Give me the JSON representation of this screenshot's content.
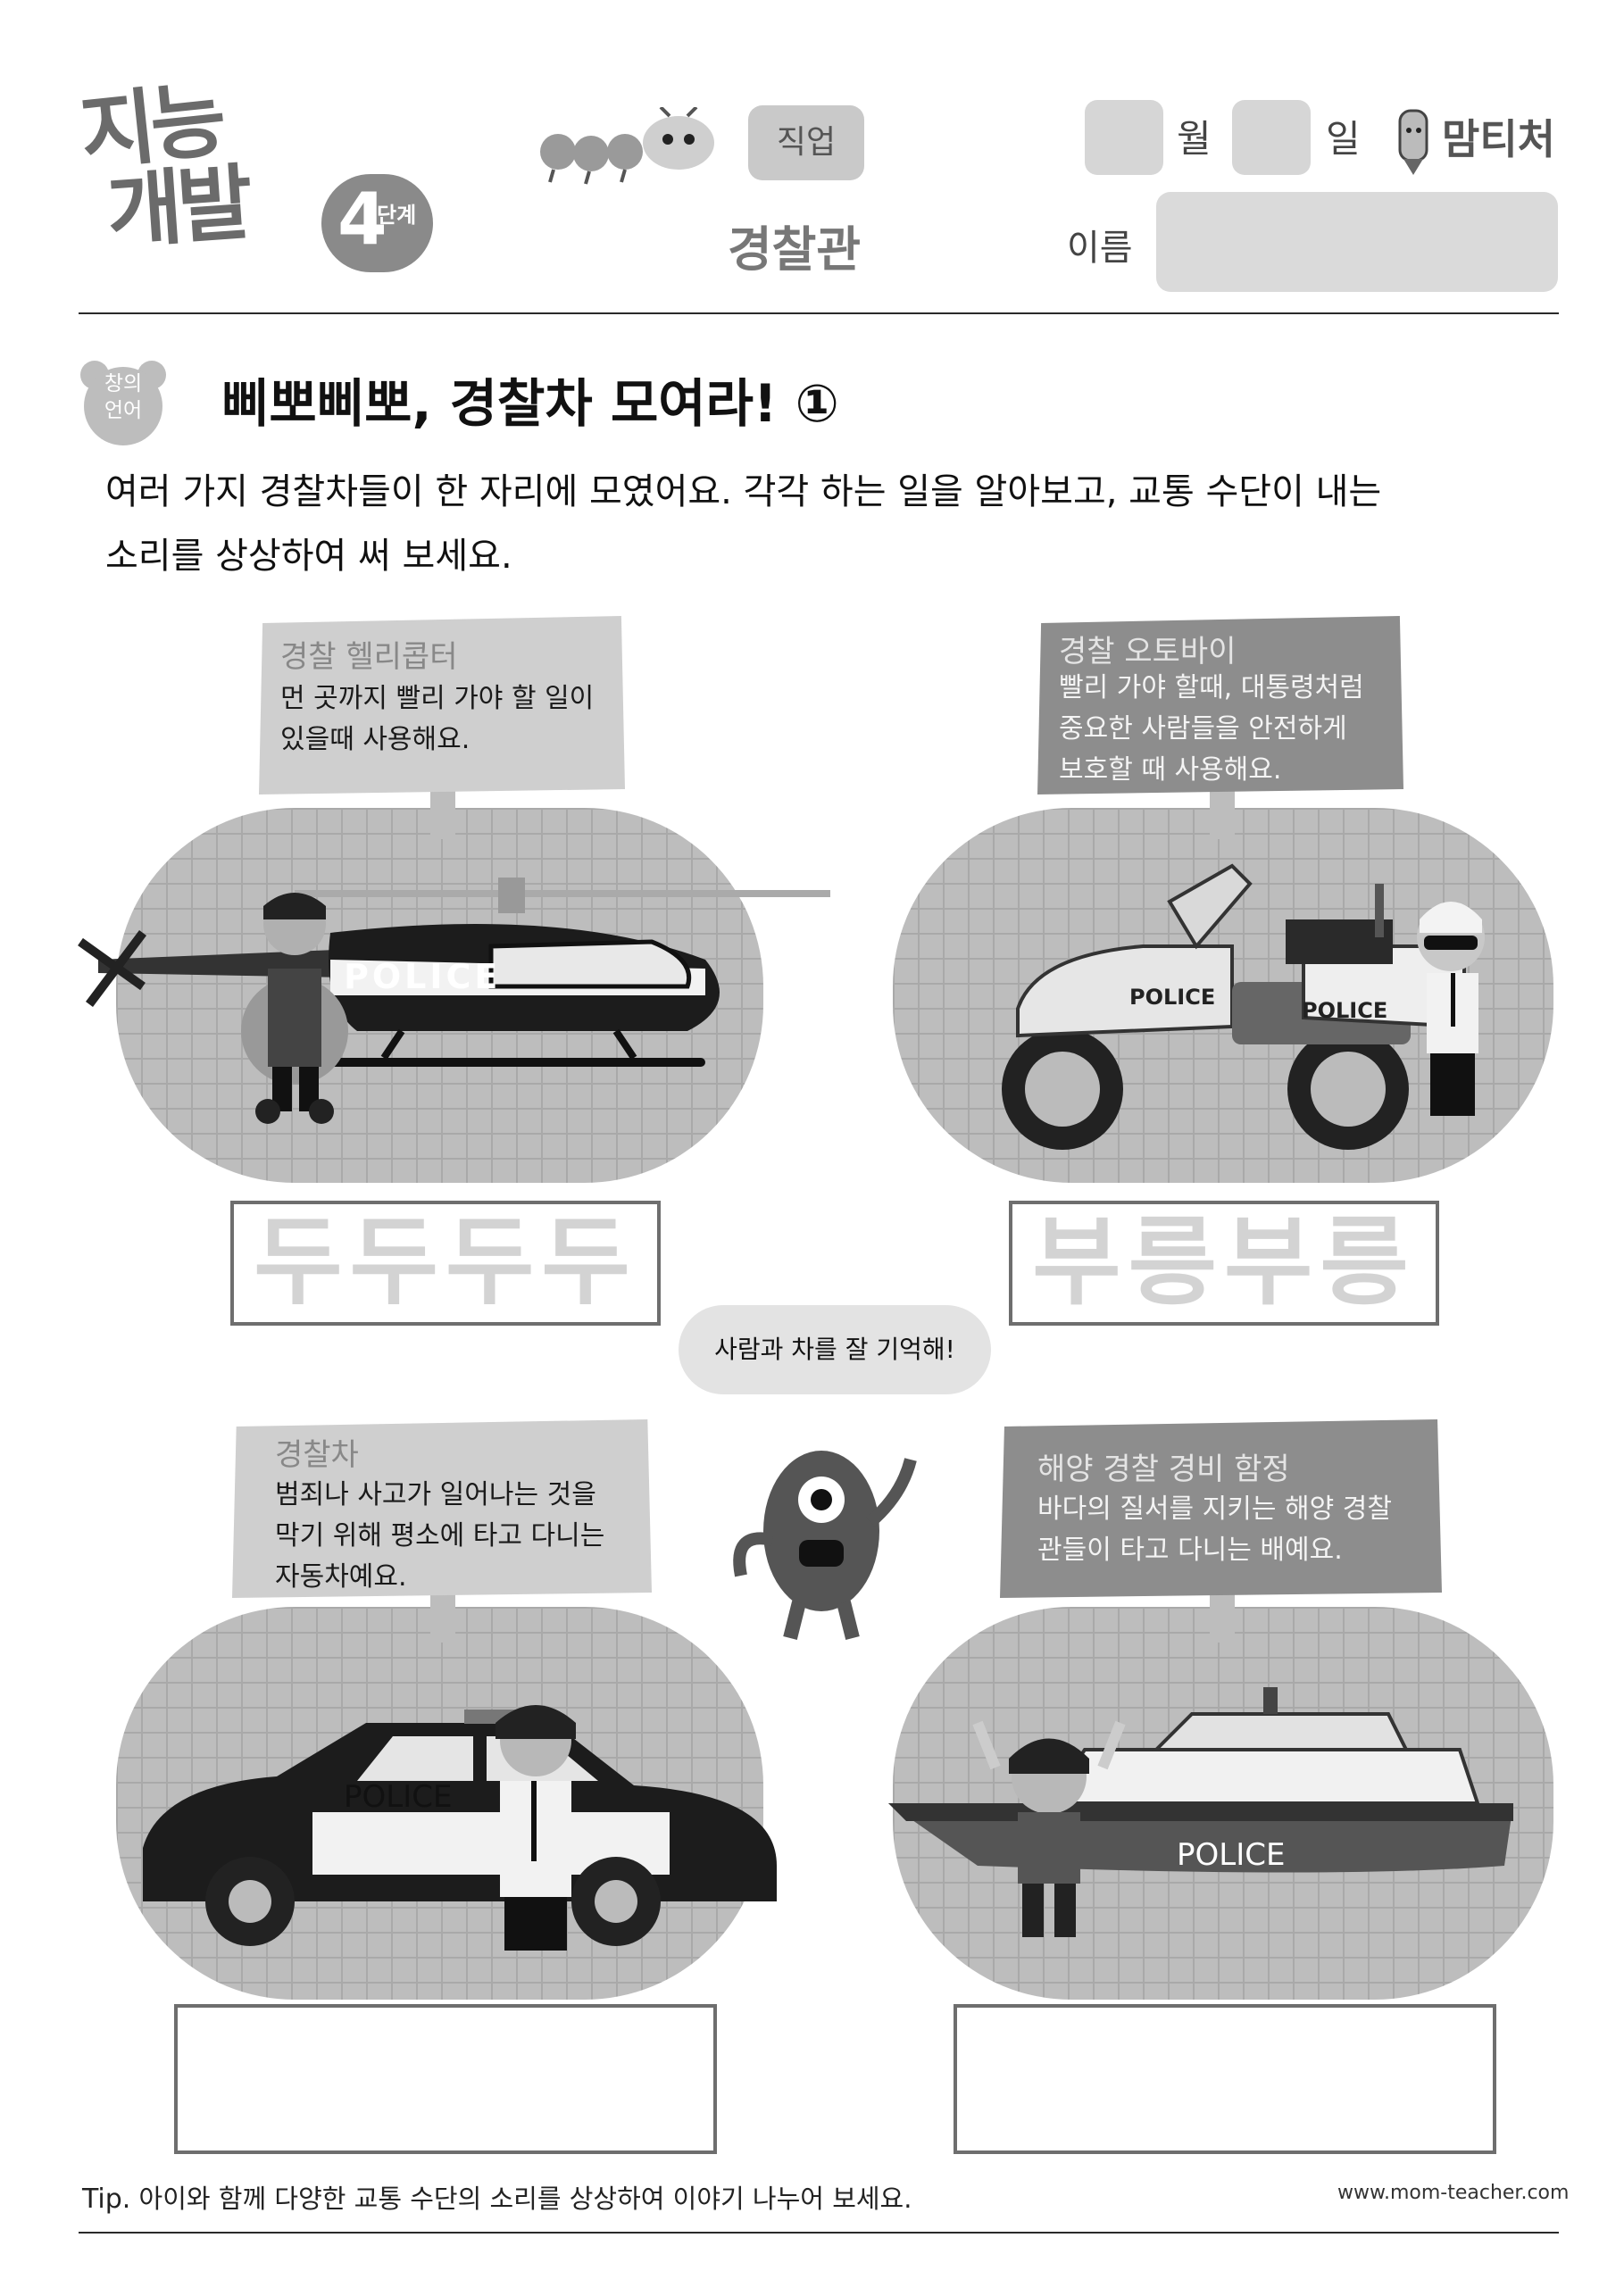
{
  "header": {
    "logo_line1": "지능",
    "logo_line2": "개발",
    "logo_level": "4",
    "logo_step": "단계",
    "category_tag": "직업",
    "job_title": "경찰관",
    "month_label": "월",
    "day_label": "일",
    "brand": "맘티처",
    "name_label": "이름"
  },
  "section": {
    "badge_line1": "창의",
    "badge_line2": "언어",
    "title": "삐뽀삐뽀, 경찰차 모여라! ①",
    "instructions_line1": "여러 가지 경찰차들이 한 자리에 모였어요. 각각 하는 일을 알아보고, 교통 수단이 내는",
    "instructions_line2": "소리를 상상하여 써 보세요."
  },
  "cards": [
    {
      "title": "경찰 헬리콥터",
      "desc_line1": "먼 곳까지 빨리 가야 할 일이",
      "desc_line2": "있을때 사용해요.",
      "vehicle_label": "POLICE",
      "answer": "두두두두"
    },
    {
      "title": "경찰 오토바이",
      "desc_line1": "빨리 가야 할때, 대통령처럼",
      "desc_line2": "중요한 사람들을 안전하게",
      "desc_line3": "보호할 때 사용해요.",
      "vehicle_label": "POLICE",
      "vehicle_label2": "POLICE",
      "answer": "부릉부릉"
    },
    {
      "title": "경찰차",
      "desc_line1": "범죄나 사고가 일어나는 것을",
      "desc_line2": "막기 위해 평소에 타고 다니는",
      "desc_line3": "자동차예요.",
      "vehicle_label": "POLICE",
      "answer": ""
    },
    {
      "title": "해양 경찰 경비 함정",
      "desc_line1": "바다의 질서를 지키는 해양 경찰",
      "desc_line2": "관들이 타고 다니는 배예요.",
      "vehicle_label": "POLICE",
      "answer": ""
    }
  ],
  "mascot_bubble": "사람과 차를 잘 기억해!",
  "footer": {
    "tip_label": "Tip.",
    "tip_text": "아이와 함께 다양한 교통 수단의 소리를 상상하여 이야기 나누어 보세요.",
    "website": "www.mom-teacher.com"
  }
}
